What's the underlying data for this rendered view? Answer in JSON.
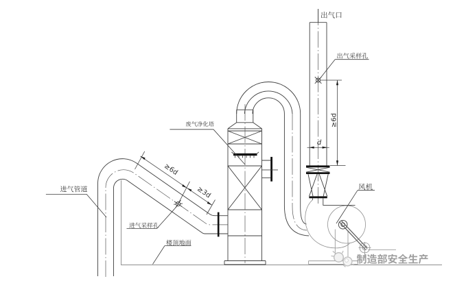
{
  "document": {
    "type": "technical-diagram",
    "background": "#ffffff"
  },
  "labels": {
    "outlet_port": "出气口",
    "outlet_sampling_hole": "出气采样孔",
    "purifier_tower": "废气净化塔",
    "fan": "风机",
    "inlet_pipe": "进气管道",
    "inlet_sampling_hole": "进气采样孔",
    "roof_ground": "楼顶地面"
  },
  "dimensions": {
    "outlet_upstream_length": "≥6d",
    "outlet_pipe_diameter": "d",
    "inlet_upstream_length": "≥6d",
    "inlet_downstream_length": "≥3d"
  },
  "watermark": {
    "text": "制造部安全生产",
    "color": "#a8a8a8"
  },
  "colors": {
    "line": "#3d3d3d",
    "thick": "#111111",
    "light": "#8f8f8f",
    "background": "#ffffff"
  }
}
